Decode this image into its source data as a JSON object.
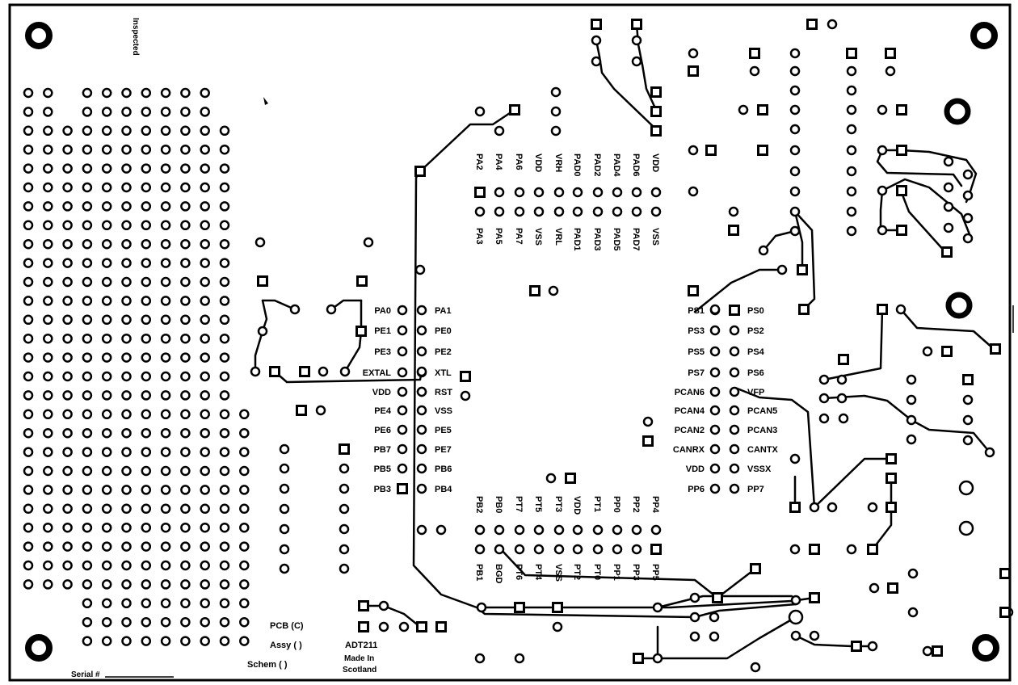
{
  "inspected_label": "Inspected",
  "pcb_label": "PCB (C)",
  "assy_label": "Assy (    )",
  "schem_label": "Schem (    )",
  "serial_label": "Serial #",
  "board_id": "ADT211",
  "made_in_line1": "Made In",
  "made_in_line2": "Scotland",
  "left_header": {
    "left_col": [
      "PA0",
      "PE1",
      "PE3",
      "EXTAL",
      "VDD",
      "PE4",
      "PE6",
      "PB7",
      "PB5",
      "PB3"
    ],
    "right_col": [
      "PA1",
      "PE0",
      "PE2",
      "XTL",
      "RST",
      "VSS",
      "PE5",
      "PE7",
      "PB6",
      "PB4"
    ]
  },
  "right_header": {
    "left_col": [
      "PS1",
      "PS3",
      "PS5",
      "PS7",
      "PCAN6",
      "PCAN4",
      "PCAN2",
      "CANRX",
      "VDD",
      "PP6"
    ],
    "right_col": [
      "PS0",
      "PS2",
      "PS4",
      "PS6",
      "VFP",
      "PCAN5",
      "PCAN3",
      "CANTX",
      "VSSX",
      "PP7"
    ]
  },
  "top_header": {
    "upper": [
      "PA2",
      "PA4",
      "PA6",
      "VDD",
      "VRH",
      "PAD0",
      "PAD2",
      "PAD4",
      "PAD6",
      "VDD"
    ],
    "lower": [
      "PA3",
      "PA5",
      "PA7",
      "VSS",
      "VRL",
      "PAD1",
      "PAD3",
      "PAD5",
      "PAD7",
      "VSS"
    ]
  },
  "bottom_header": {
    "upper": [
      "PB2",
      "PB0",
      "PT7",
      "PT5",
      "PT3",
      "VDD",
      "PT1",
      "PP0",
      "PP2",
      "PP4"
    ],
    "lower": [
      "PB1",
      "BGD",
      "PT6",
      "PT4",
      "VSS",
      "PT2",
      "PT0",
      "PP1",
      "PP3",
      "PP5"
    ]
  }
}
